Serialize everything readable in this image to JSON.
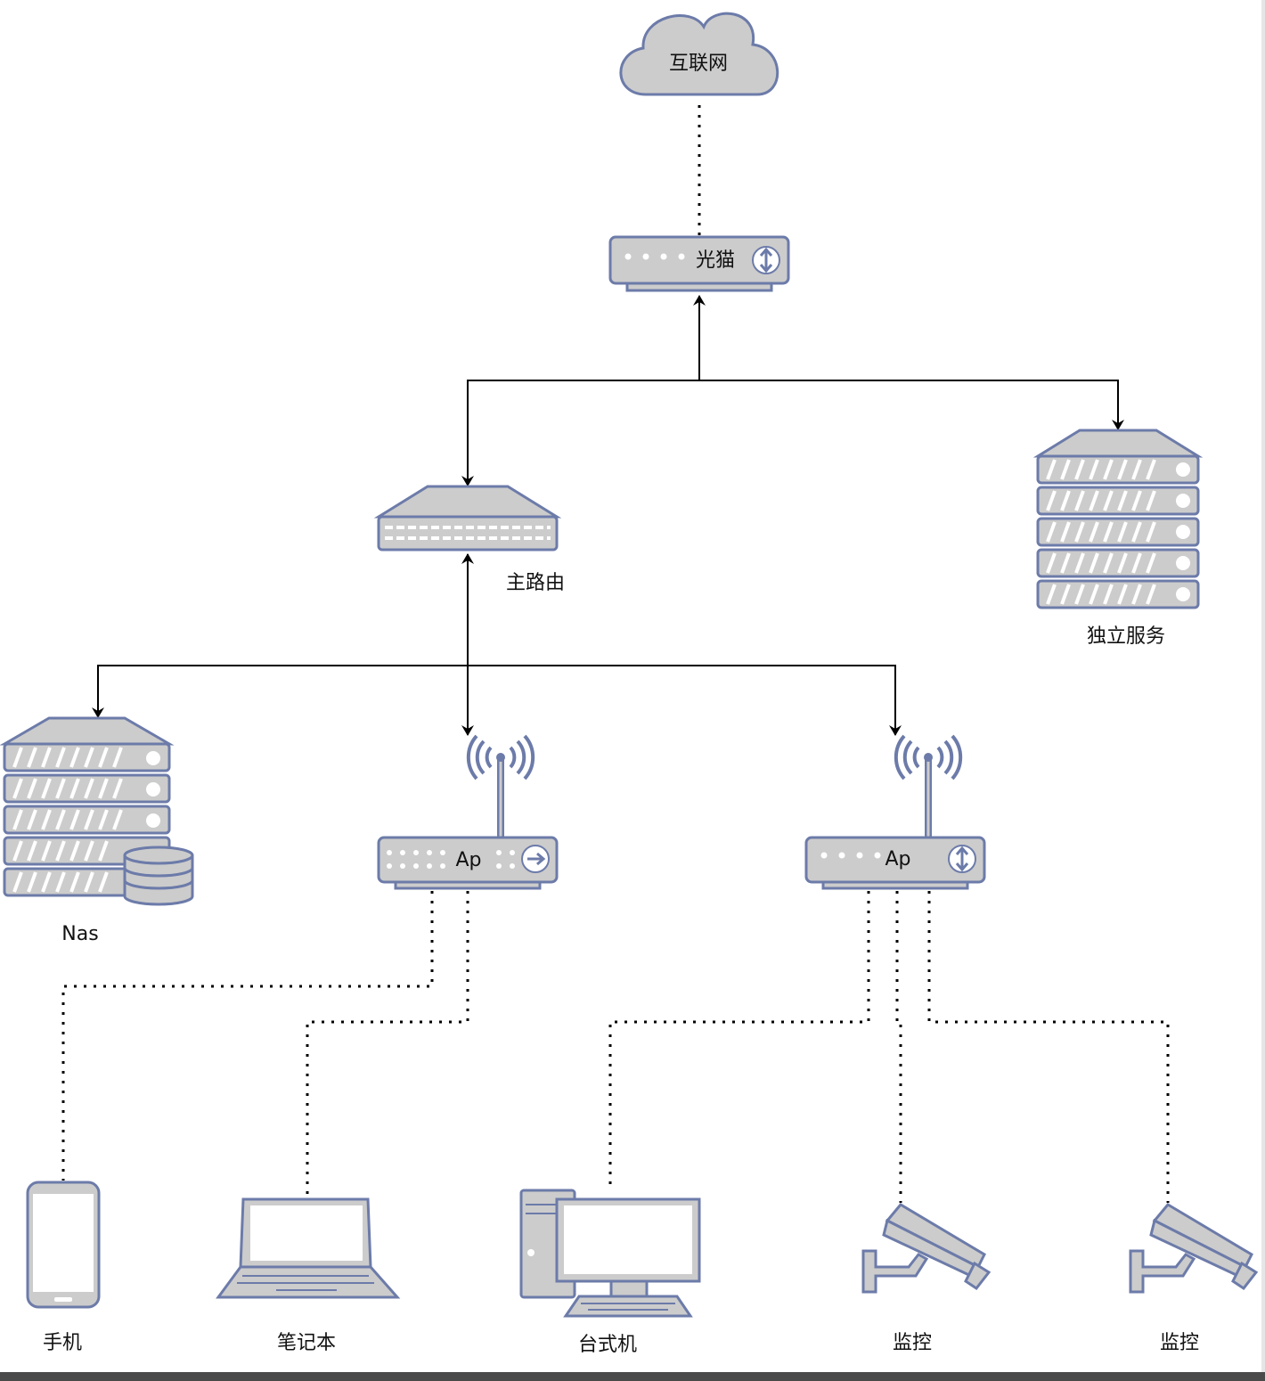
{
  "nodes": {
    "internet": {
      "label": "互联网"
    },
    "modem": {
      "label": "光猫"
    },
    "main_router": {
      "label": "主路由"
    },
    "standalone_server": {
      "label": "独立服务"
    },
    "nas": {
      "label": "Nas"
    },
    "ap_left": {
      "label": "Ap"
    },
    "ap_right": {
      "label": "Ap"
    },
    "phone": {
      "label": "手机"
    },
    "laptop": {
      "label": "笔记本"
    },
    "desktop": {
      "label": "台式机"
    },
    "camera_1": {
      "label": "监控"
    },
    "camera_2": {
      "label": "监控"
    }
  },
  "edges": [
    {
      "from": "internet",
      "to": "modem",
      "style": "dotted"
    },
    {
      "from": "main_router",
      "to": "modem",
      "style": "arrow"
    },
    {
      "from": "modem",
      "to": "standalone_server",
      "style": "arrow"
    },
    {
      "from": "modem",
      "to": "main_router",
      "style": "arrow"
    },
    {
      "from": "main_router",
      "to": "nas",
      "style": "arrow"
    },
    {
      "from": "main_router",
      "to": "ap_left",
      "style": "arrow"
    },
    {
      "from": "main_router",
      "to": "ap_right",
      "style": "arrow"
    },
    {
      "from": "ap_left",
      "to": "phone",
      "style": "dotted"
    },
    {
      "from": "ap_left",
      "to": "laptop",
      "style": "dotted"
    },
    {
      "from": "ap_right",
      "to": "desktop",
      "style": "dotted"
    },
    {
      "from": "ap_right",
      "to": "camera_1",
      "style": "dotted"
    },
    {
      "from": "ap_right",
      "to": "camera_2",
      "style": "dotted"
    }
  ],
  "colors": {
    "device_fill": "#cccccc",
    "device_stroke": "#6c7ba9",
    "line": "#000000"
  }
}
